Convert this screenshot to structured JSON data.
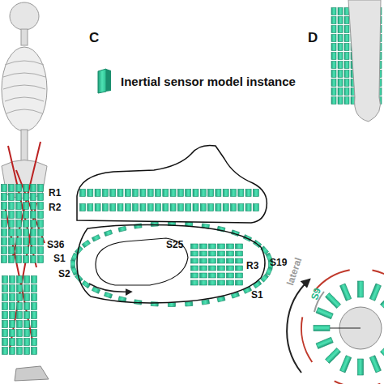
{
  "diagram": {
    "labels": [
      "C",
      "D",
      "R1",
      "R2",
      "S36",
      "S1",
      "S2",
      "S25",
      "R3",
      "S19",
      "S1",
      "lateral",
      "S9"
    ],
    "legend": [
      {
        "text": "Inertial sensor model instance"
      }
    ]
  }
}
